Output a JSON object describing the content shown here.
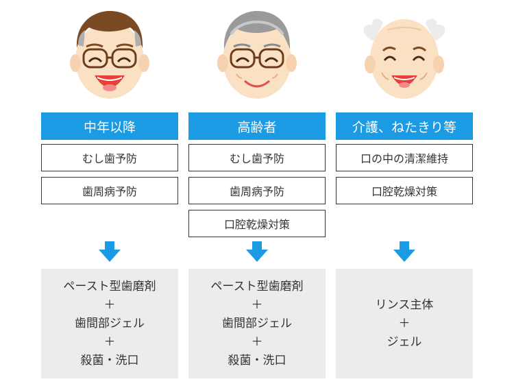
{
  "colors": {
    "header_bg": "#1a9be3",
    "header_text": "#ffffff",
    "arrow": "#1a9be3",
    "result_bg": "#ececec",
    "box_border": "#333333"
  },
  "columns": [
    {
      "header": "中年以降",
      "icon": "middle-aged-man-face-icon",
      "boxes": [
        "むし歯予防",
        "歯周病予防"
      ],
      "result": [
        "ペースト型歯磨剤",
        "＋",
        "歯間部ジェル",
        "＋",
        "殺菌・洗口"
      ]
    },
    {
      "header": "高齢者",
      "icon": "elderly-man-face-icon",
      "boxes": [
        "むし歯予防",
        "歯周病予防",
        "口腔乾燥対策"
      ],
      "result": [
        "ペースト型歯磨剤",
        "＋",
        "歯間部ジェル",
        "＋",
        "殺菌・洗口"
      ]
    },
    {
      "header": "介護、ねたきり等",
      "icon": "bald-elderly-man-face-icon",
      "boxes": [
        "口の中の清潔維持",
        "口腔乾燥対策"
      ],
      "result": [
        "リンス主体",
        "＋",
        "ジェル"
      ]
    }
  ]
}
